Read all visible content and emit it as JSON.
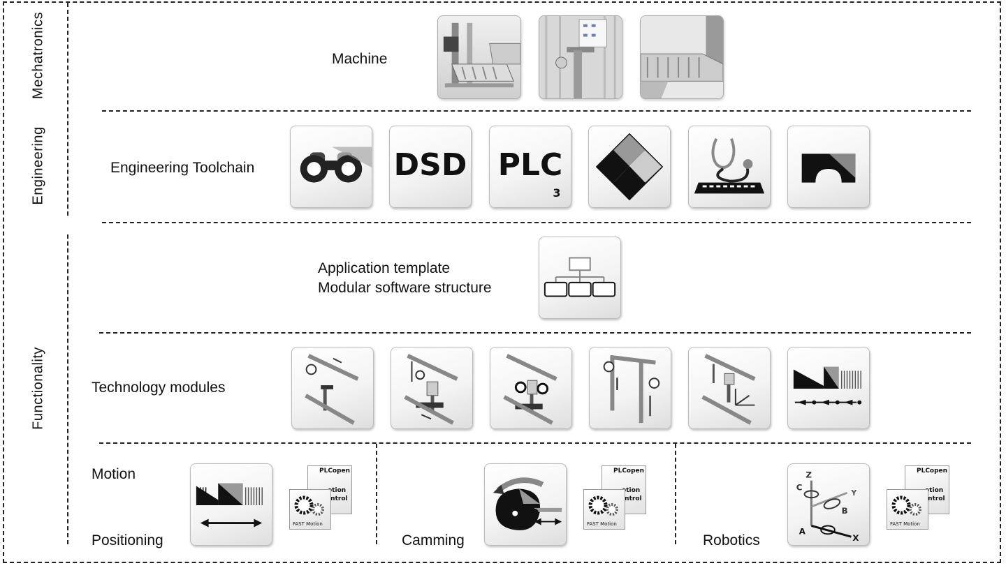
{
  "side_labels": {
    "mechatronics": "Mechatronics",
    "engineering": "Engineering",
    "functionality": "Functionality"
  },
  "rows": {
    "machine": "Machine",
    "toolchain": "Engineering Toolchain",
    "template_line1": "Application template",
    "template_line2": "Modular software structure",
    "technology": "Technology modules",
    "motion": "Motion"
  },
  "motion_sections": {
    "positioning": "Positioning",
    "camming": "Camming",
    "robotics": "Robotics"
  },
  "toolchain_icons": {
    "dsd": "DSD",
    "plc": "PLC",
    "plc_sub": "3"
  },
  "plcopen": {
    "title": "PLCopen",
    "motion_a": "otion",
    "motion_b": "ontrol",
    "fast": "FAST Motion"
  },
  "robot_axes": {
    "z": "Z",
    "c": "C",
    "y": "Y",
    "b": "B",
    "a": "A",
    "x": "X"
  }
}
